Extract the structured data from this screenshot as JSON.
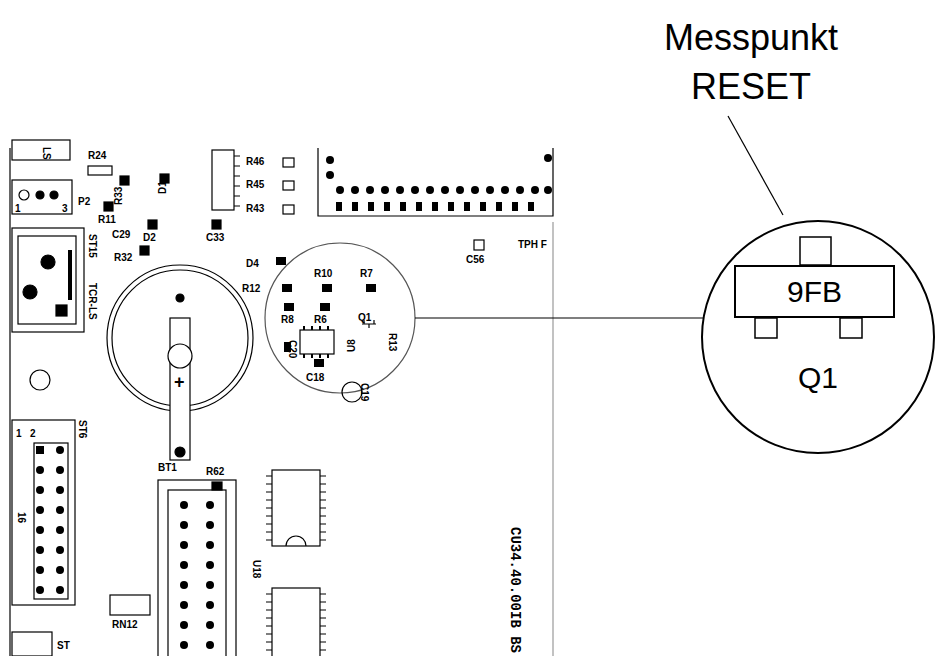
{
  "diagram": {
    "nodes": [
      {
        "text": [
          "Q1"
        ]
      },
      {
        "text": [
          "9FB"
        ],
        "in": 0
      }
    ],
    "labels": [
      "Messpunkt RESET",
      "LS",
      "R24",
      "R46",
      "R45",
      "R43",
      "1",
      "3",
      "P2",
      "R33",
      "R11",
      "D1",
      "D2",
      "C33",
      "C29",
      "R32",
      "ST15",
      "TCR-LS",
      "TPH F",
      "C56",
      "D4",
      "R10",
      "R7",
      "R12",
      "R8",
      "R6",
      "Q1",
      "R13",
      "U8",
      "C20",
      "C18",
      "C19",
      "+",
      "BT1",
      "ST6",
      "1",
      "2",
      "16",
      "R62",
      "U18",
      "CU34.40.00IB BS",
      "RN12",
      "ST"
    ]
  }
}
